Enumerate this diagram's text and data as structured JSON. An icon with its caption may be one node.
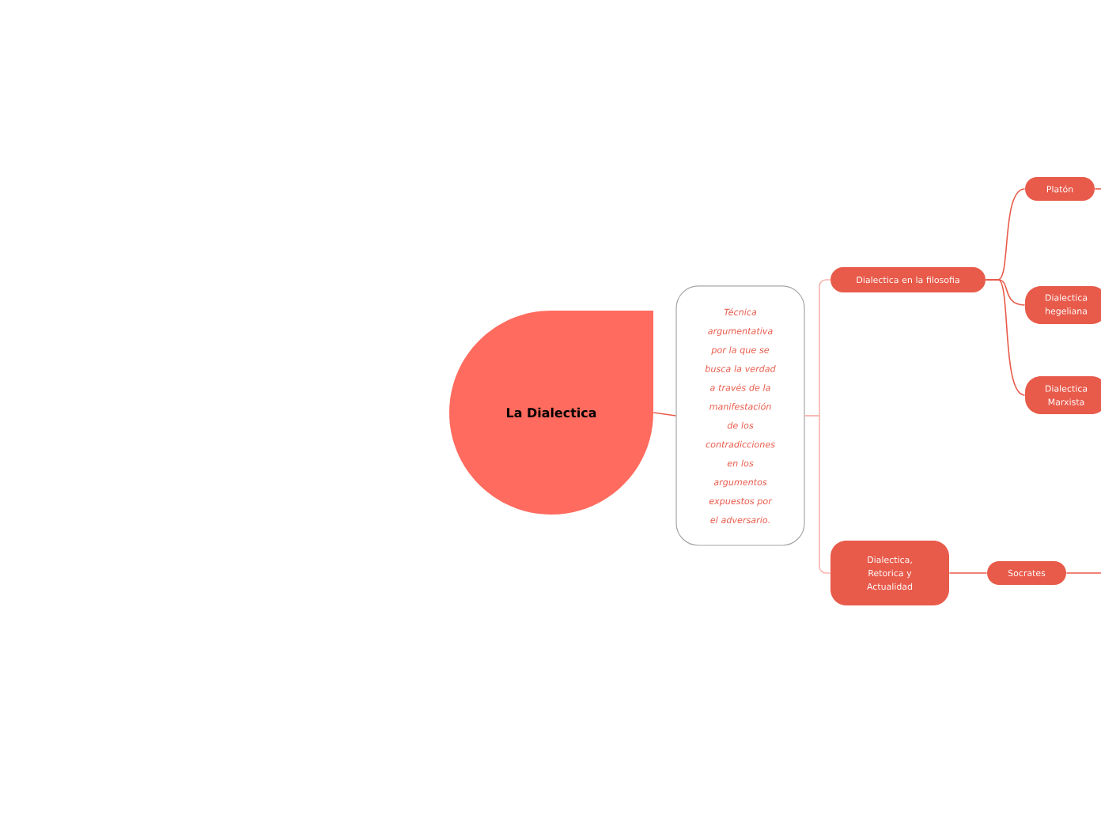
{
  "diagram": {
    "nodes": [
      {
        "text": [
          "La Dialectica"
        ]
      },
      {
        "text": [
          "Técnica argumentativa por la que se busca la verdad a través de la manifestación de los contradicciones en los argumentos expuestos por el adversario."
        ]
      },
      {
        "text": [
          "Dialectica en la filosofia"
        ]
      },
      {
        "text": [
          "Dialectica, Retorica y Actualidad"
        ]
      },
      {
        "text": [
          "Platón"
        ]
      },
      {
        "text": [
          "Dialectica hegeliana"
        ]
      },
      {
        "text": [
          "Dialectica Marxista"
        ]
      },
      {
        "text": [
          "Socrates"
        ]
      }
    ],
    "edges": [
      {
        "from": 0,
        "to": 1,
        "arrow": "none"
      },
      {
        "from": 1,
        "to": 2,
        "arrow": "none",
        "color": "#f7b5ae"
      },
      {
        "from": 1,
        "to": 3,
        "arrow": "none",
        "color": "#f7b5ae"
      },
      {
        "from": 2,
        "to": 4,
        "arrow": "none"
      },
      {
        "from": 2,
        "to": 5,
        "arrow": "none"
      },
      {
        "from": 2,
        "to": 6,
        "arrow": "none"
      },
      {
        "from": 3,
        "to": 7,
        "arrow": "none"
      },
      {
        "from": 4,
        "to": null,
        "arrow": "none"
      },
      {
        "from": 7,
        "to": null,
        "arrow": "none"
      }
    ]
  }
}
